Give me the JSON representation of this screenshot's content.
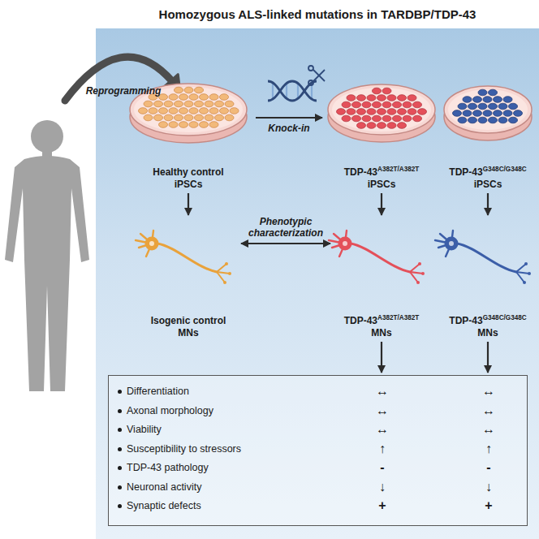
{
  "diagram": {
    "title": "Homozygous ALS-linked mutations in TARDBP/TDP-43",
    "nodes": [
      {
        "text": [
          "Healthy control iPSCs"
        ]
      },
      {
        "text": [
          "TDP-43A382T/A382T iPSCs"
        ]
      },
      {
        "text": [
          "TDP-43G348C/G348C iPSCs"
        ]
      },
      {
        "text": [
          "Isogenic control MNs"
        ]
      },
      {
        "text": [
          "TDP-43A382T/A382T MNs"
        ]
      },
      {
        "text": [
          "TDP-43G348C/G348C MNs"
        ]
      },
      {
        "text": [
          "Differentiation",
          "↔",
          "↔",
          "Axonal morphology",
          "↔",
          "↔",
          "Viability",
          "↔",
          "↔",
          "Susceptibility to stressors",
          "↑",
          "↑",
          "TDP-43 pathology",
          "-",
          "-",
          "Neuronal activity",
          "↓",
          "↓",
          "Synaptic defects",
          "+",
          "+"
        ]
      }
    ],
    "edges": [
      {
        "from": 0,
        "to": 1,
        "label": "Knock-in",
        "arrow": "to"
      },
      {
        "from": 0,
        "to": 3,
        "arrow": "to"
      },
      {
        "from": 1,
        "to": 4,
        "arrow": "to"
      },
      {
        "from": 2,
        "to": 5,
        "arrow": "to"
      },
      {
        "from": 3,
        "to": 4,
        "label": "Phenotypic characterization",
        "arrow": "both"
      },
      {
        "from": 4,
        "to": 6,
        "arrow": "to"
      },
      {
        "from": 5,
        "to": 6,
        "arrow": "to"
      }
    ],
    "labels": [
      "Reprogramming"
    ]
  }
}
